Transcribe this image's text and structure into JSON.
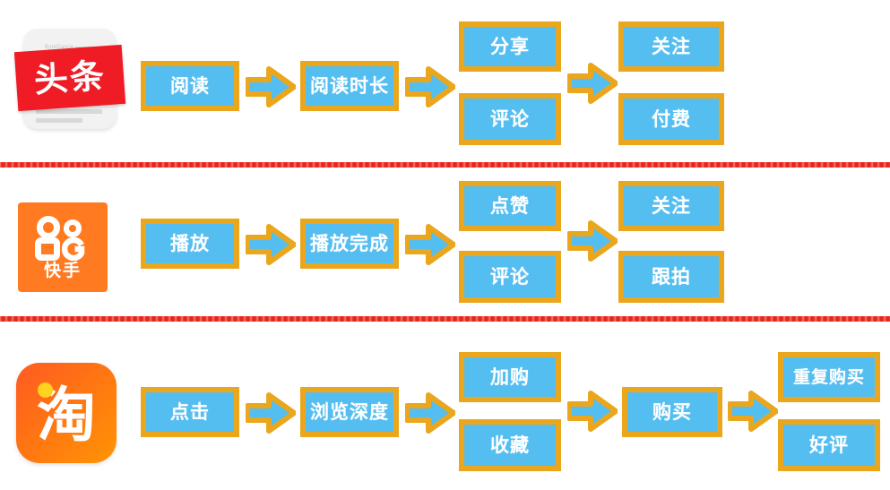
{
  "diagram": {
    "type": "flow",
    "title": "",
    "platforms": [
      {
        "id": "toutiao",
        "logo_name": "toutiao-logo",
        "logo_text": "头条",
        "logo_sub": "ByteDance",
        "brand_color": "#ef1c25",
        "stages": [
          {
            "label": "阅读"
          },
          {
            "label": "阅读时长"
          },
          {
            "label": "分享"
          },
          {
            "label": "评论"
          },
          {
            "label": "关注"
          },
          {
            "label": "付费"
          }
        ]
      },
      {
        "id": "kuaishou",
        "logo_name": "kuaishou-logo",
        "logo_text": "快手",
        "brand_color": "#ff7a20",
        "stages": [
          {
            "label": "播放"
          },
          {
            "label": "播放完成"
          },
          {
            "label": "点赞"
          },
          {
            "label": "评论"
          },
          {
            "label": "关注"
          },
          {
            "label": "跟拍"
          }
        ]
      },
      {
        "id": "taobao",
        "logo_name": "taobao-logo",
        "logo_text": "淘",
        "brand_color": "#ff6a1a",
        "stages": [
          {
            "label": "点击"
          },
          {
            "label": "浏览深度"
          },
          {
            "label": "加购"
          },
          {
            "label": "收藏"
          },
          {
            "label": "购买"
          },
          {
            "label": "重复购买"
          },
          {
            "label": "好评"
          }
        ]
      }
    ],
    "colors": {
      "node_fill": "#55bef0",
      "node_border": "#eaa61c",
      "node_text": "#ffffff",
      "arrow_fill": "#55bef0",
      "arrow_border": "#eaa61c",
      "divider": "#e8251c",
      "background": "#ffffff"
    }
  }
}
